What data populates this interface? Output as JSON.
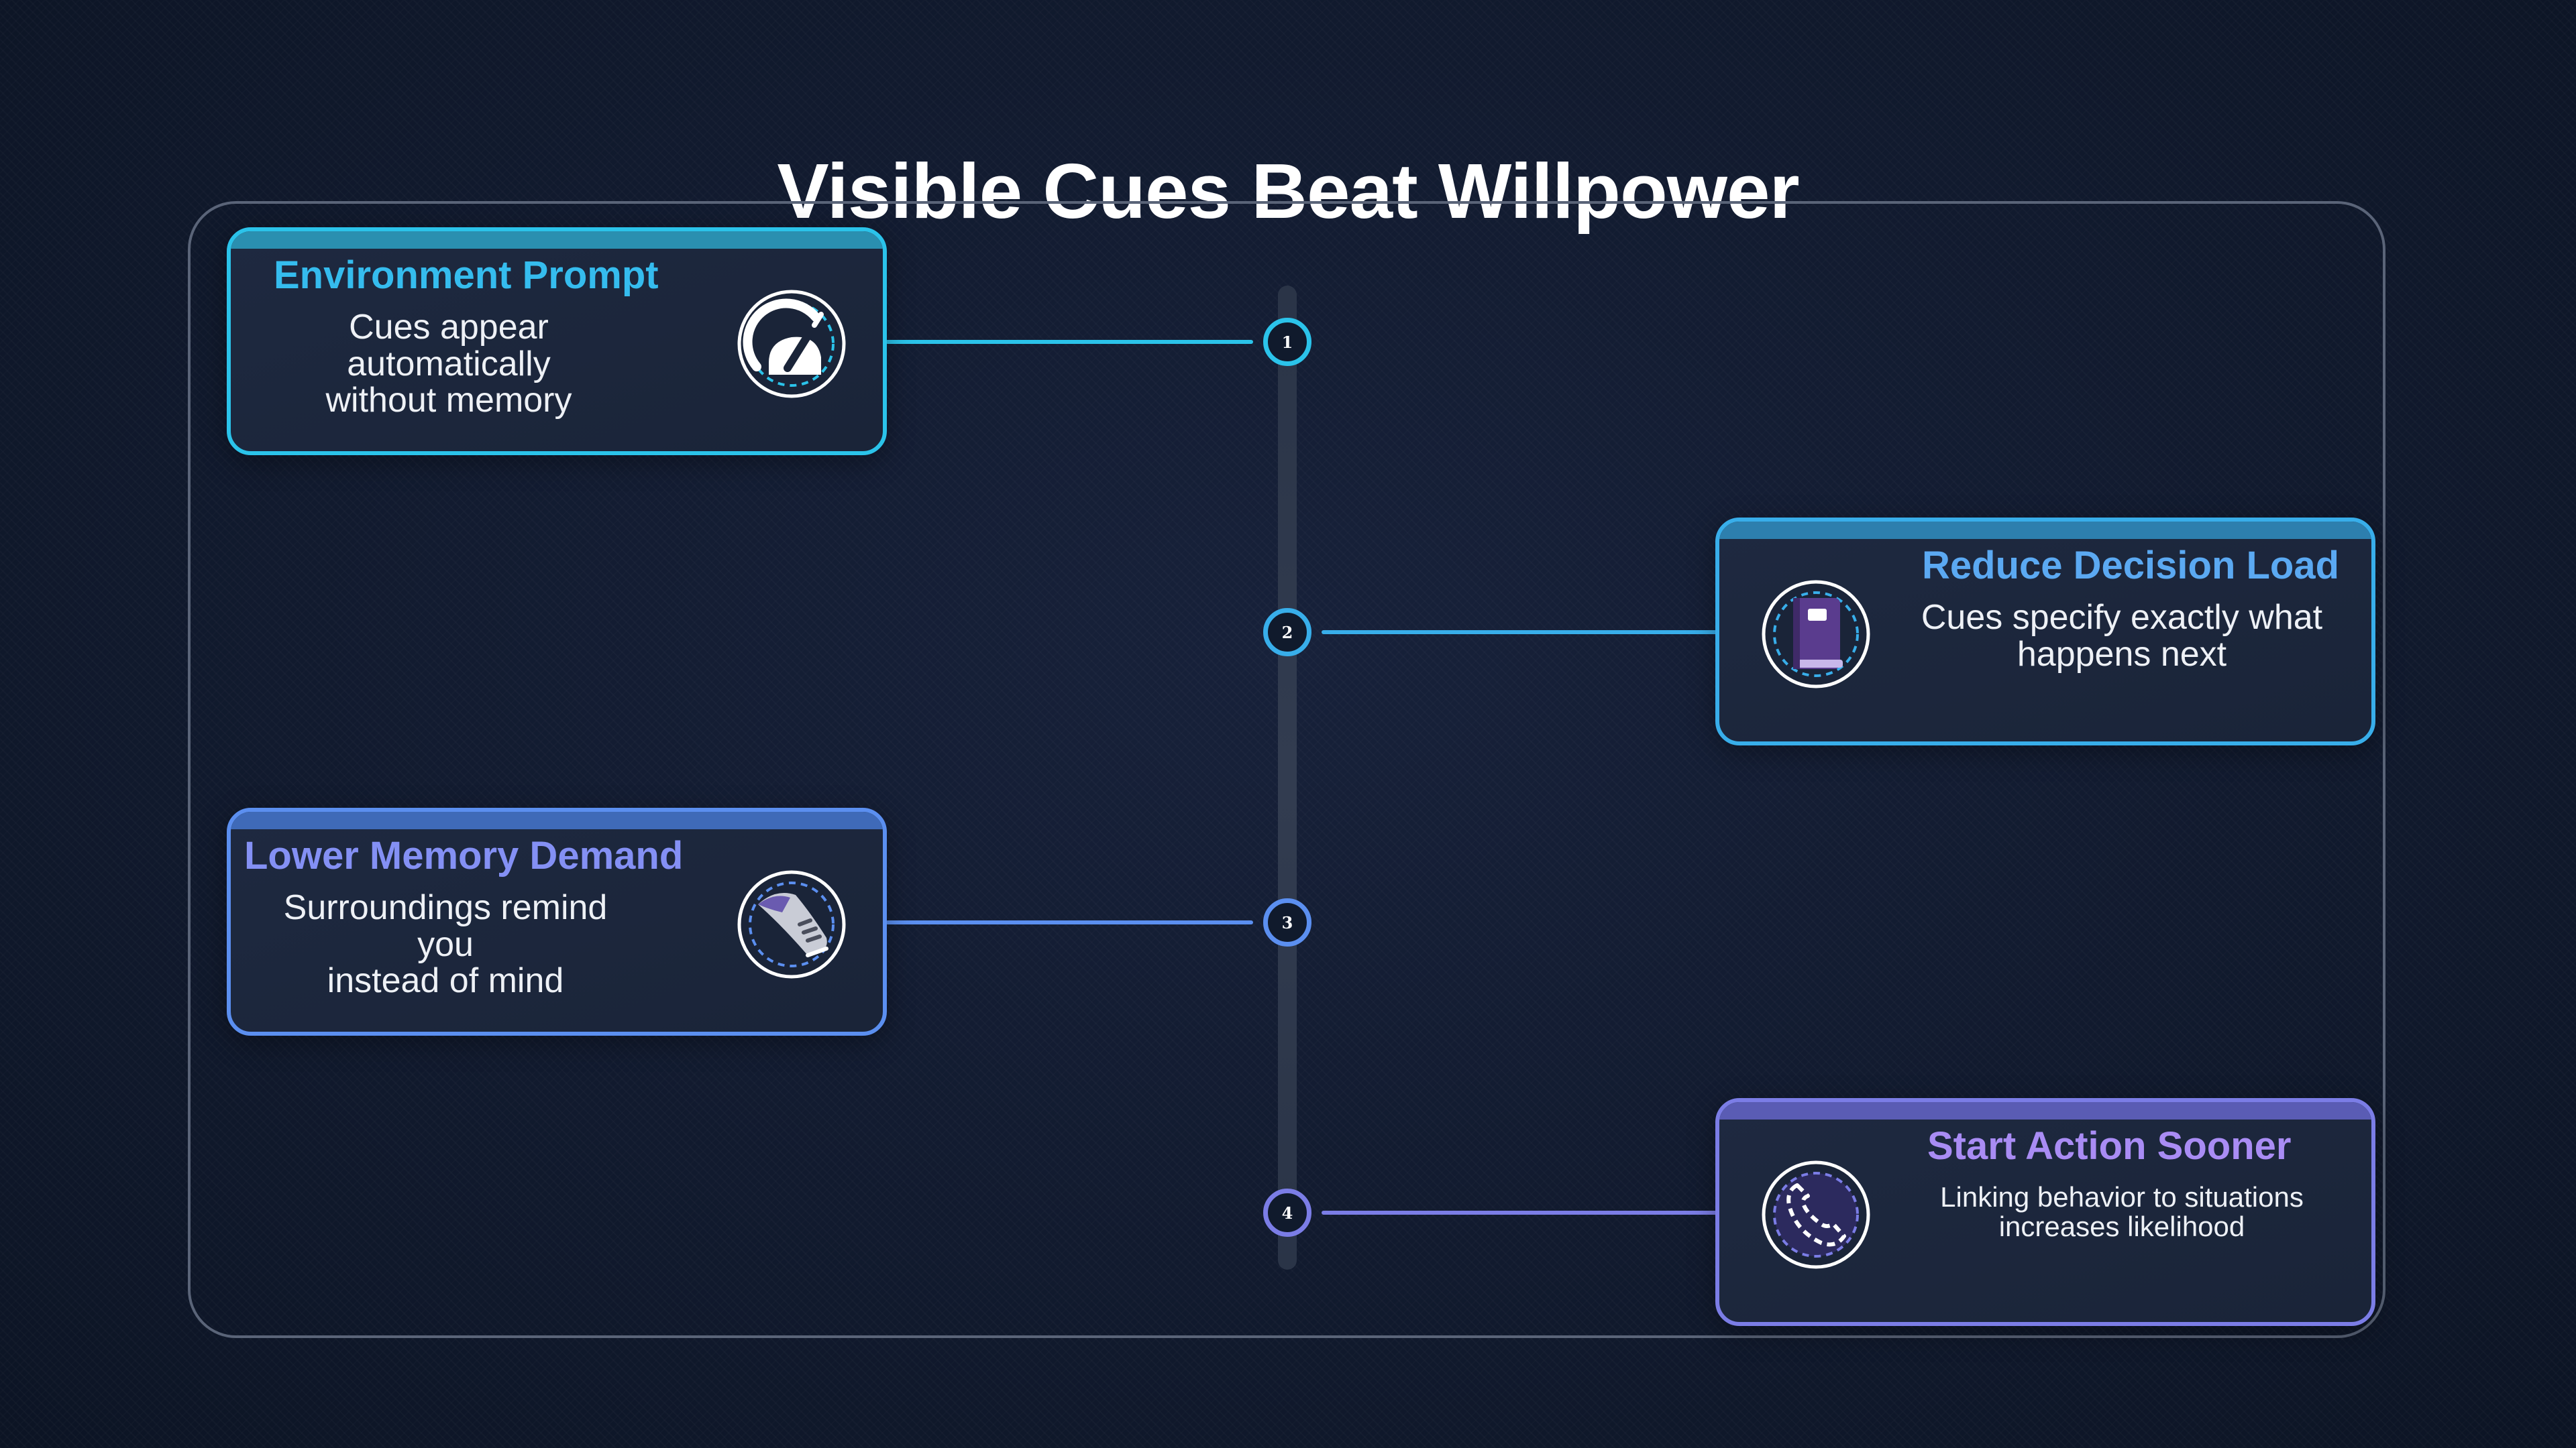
{
  "title": "Visible Cues Beat Willpower",
  "steps": [
    {
      "number": "1",
      "heading": "Environment Prompt",
      "description_lines": [
        "Cues appear automatically",
        "without memory"
      ],
      "icon": "speedometer-icon",
      "side": "left",
      "color": "#2bc3ea"
    },
    {
      "number": "2",
      "heading": "Reduce Decision Load",
      "description_lines": [
        "Cues specify exactly what",
        "happens next"
      ],
      "icon": "book-icon",
      "side": "right",
      "color": "#38aeea"
    },
    {
      "number": "3",
      "heading": "Lower Memory Demand",
      "description_lines": [
        "Surroundings remind you",
        "instead of mind"
      ],
      "icon": "sneaker-icon",
      "side": "left",
      "color": "#5b8ff0"
    },
    {
      "number": "4",
      "heading": "Start Action Sooner",
      "description_lines": [
        "Linking behavior to situations",
        "increases likelihood"
      ],
      "icon": "phone-icon",
      "side": "right",
      "color": "#7b7de6"
    }
  ],
  "colors": {
    "heading_1": "#35bcee",
    "heading_2": "#5ba9f2",
    "heading_3": "#8490f4",
    "heading_4": "#a98cf4"
  }
}
